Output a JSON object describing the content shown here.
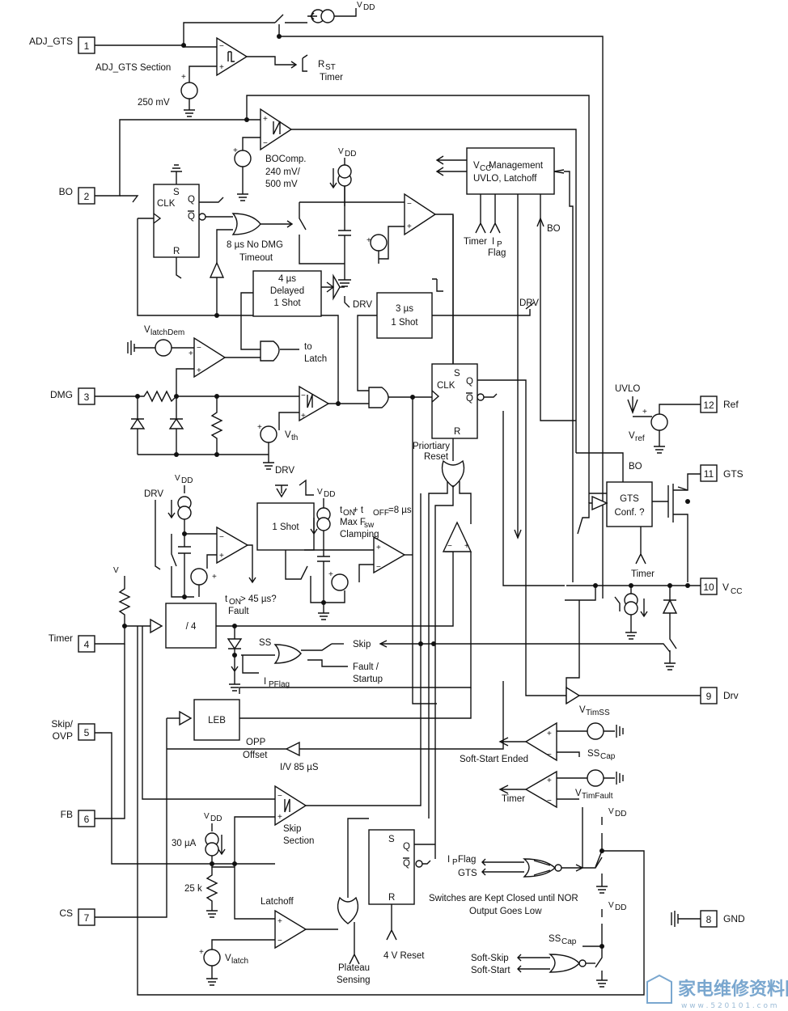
{
  "pins": [
    {
      "num": "1",
      "name": "ADJ_GTS"
    },
    {
      "num": "2",
      "name": "BO"
    },
    {
      "num": "3",
      "name": "DMG"
    },
    {
      "num": "4",
      "name": "Timer"
    },
    {
      "num": "5",
      "name": "Skip/",
      "name2": "OVP"
    },
    {
      "num": "6",
      "name": "FB"
    },
    {
      "num": "7",
      "name": "CS"
    },
    {
      "num": "8",
      "name": "GND"
    },
    {
      "num": "9",
      "name": "Drv"
    },
    {
      "num": "10",
      "name": "V",
      "sub": "CC"
    },
    {
      "num": "11",
      "name": "GTS"
    },
    {
      "num": "12",
      "name": "Ref"
    }
  ],
  "labels": {
    "vdd_top": "V",
    "vdd_sub": "DD",
    "adj_section": "ADJ_GTS Section",
    "rst": "R",
    "rst_sub": "ST",
    "rst_timer": "Timer",
    "mv250": "250 mV",
    "bocomp1": "BOComp.",
    "bocomp2": "240 mV/",
    "bocomp3": "500 mV",
    "clk": "CLK",
    "s": "S",
    "q": "Q",
    "qbar": "Q",
    "r": "R",
    "nodmg1": "8 µs No DMG",
    "nodmg2": "Timeout",
    "vcc_mgmt1": "V",
    "vcc_mgmt1_sub": "CC",
    "vcc_mgmt1_rest": " Management",
    "vcc_mgmt2": "UVLO, Latchoff",
    "timer": "Timer",
    "ip": "I",
    "ip_sub": "P",
    "flag": "Flag",
    "bo": "BO",
    "delay1": "4 µs",
    "delay2": "Delayed",
    "delay3": "1 Shot",
    "drv": "DRV",
    "os3_1": "3 µs",
    "os3_2": "1 Shot",
    "vlatchdem": "V",
    "vlatchdem_sub": "latchDem",
    "to_latch1": "to",
    "to_latch2": "Latch",
    "vth": "V",
    "vth_sub": "th",
    "uvlo": "UVLO",
    "vref": "V",
    "vref_sub": "ref",
    "prior1": "Priortiary",
    "prior2": "Reset",
    "gts_conf1": "GTS",
    "gts_conf2": "Conf. ?",
    "one_shot": "1 Shot",
    "ton_toff": "t",
    "ton_sub": "ON",
    "plus_toff": " + t",
    "toff_sub": "OFF",
    "eq8": "=8 µs",
    "maxfsw": "Max F",
    "fsw_sub": "sw",
    "clamping": "Clamping",
    "ton45": "t",
    "ton45_sub": "ON",
    "ton45_rest": " > 45 µs?",
    "fault": "Fault",
    "div4": "/ 4",
    "ss": "SS",
    "skip": "Skip",
    "fault_startup1": "Fault /",
    "fault_startup2": "Startup",
    "ipflag": "I",
    "ipflag_sub": "PFlag",
    "vtimss": "V",
    "vtimss_sub": "TimSS",
    "leb": "LEB",
    "opp1": "OPP",
    "opp2": "Offset",
    "iv85": "I/V 85 µS",
    "softstart_ended": "Soft-Start Ended",
    "sscap": "SS",
    "sscap_sub": "Cap",
    "vtimfault": "V",
    "vtimfault_sub": "TimFault",
    "skip_section1": "Skip",
    "skip_section2": "Section",
    "ua30": "30 µA",
    "k25": "25 k",
    "latchoff": "Latchoff",
    "vlatch": "V",
    "vlatch_sub": "latch",
    "plateau1": "Plateau",
    "plateau2": "Sensing",
    "v4reset": "4 V Reset",
    "ipflag2": "I",
    "ipflag2_sub": "P",
    "ipflag2_rest": " Flag",
    "gts2": "GTS",
    "switches1": "Switches are Kept Closed until NOR",
    "switches2": "Output Goes Low",
    "softskip": "Soft-Skip",
    "softstart": "Soft-Start",
    "watermark": "家电维修资料网",
    "watermark2": "w w w . 5 2 0 1 0 1 . c o m"
  }
}
